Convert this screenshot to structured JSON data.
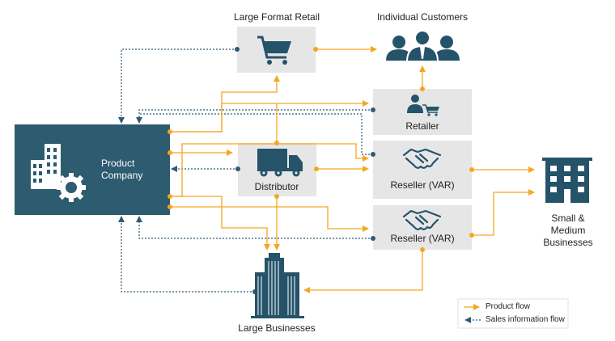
{
  "nodes": {
    "product_company": "Product\nCompany",
    "large_format_retail": "Large Format Retail",
    "individual_customers": "Individual Customers",
    "retailer": "Retailer",
    "distributor": "Distributor",
    "reseller_top": "Reseller (VAR)",
    "reseller_bottom": "Reseller (VAR)",
    "small_medium": "Small &\nMedium\nBusinesses",
    "large_businesses": "Large Businesses"
  },
  "legend": {
    "product_flow": "Product flow",
    "sales_flow": "Sales information flow"
  },
  "colors": {
    "product_flow": "#F5A623",
    "sales_flow": "#2E5A73",
    "company_box": "#2D5B70",
    "node_box": "#E6E6E6",
    "icon": "#24536A"
  }
}
